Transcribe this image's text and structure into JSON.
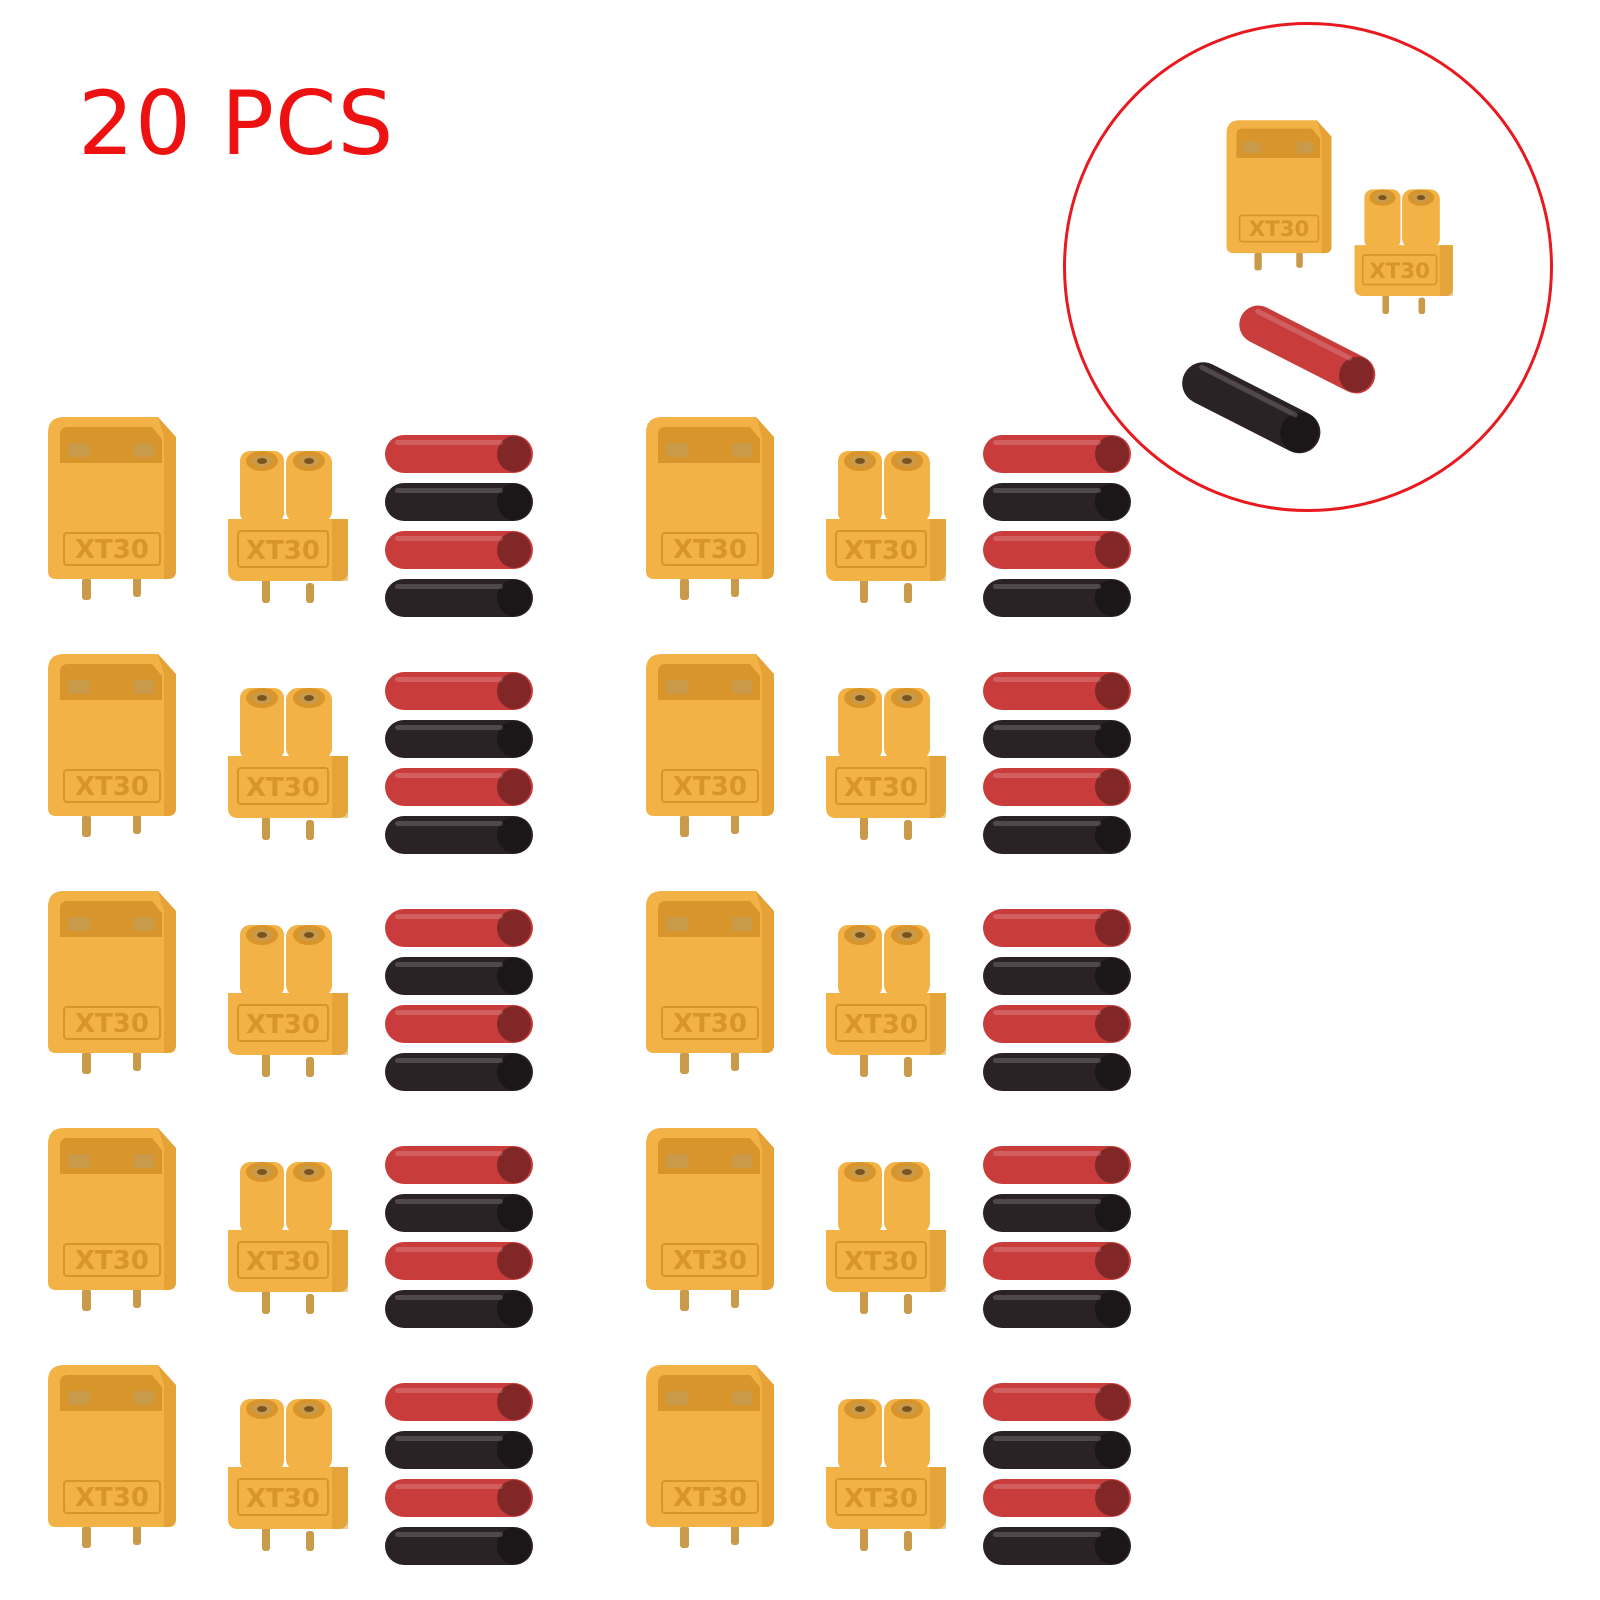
{
  "title": "20 PCS",
  "connector": {
    "marking": "XT30"
  },
  "colors": {
    "title": "#ee1111",
    "circle": "#e81a20",
    "housing": "#f2b246",
    "housing_shade": "#d8952c",
    "brass": "#c89a4a",
    "tube_red": "#c83c3c",
    "tube_black": "#2a2224"
  },
  "kits": [
    {
      "male": "xt30-male",
      "female": "xt30-female",
      "tubes": [
        "red",
        "black",
        "red",
        "black"
      ]
    },
    {
      "male": "xt30-male",
      "female": "xt30-female",
      "tubes": [
        "red",
        "black",
        "red",
        "black"
      ]
    },
    {
      "male": "xt30-male",
      "female": "xt30-female",
      "tubes": [
        "red",
        "black",
        "red",
        "black"
      ]
    },
    {
      "male": "xt30-male",
      "female": "xt30-female",
      "tubes": [
        "red",
        "black",
        "red",
        "black"
      ]
    },
    {
      "male": "xt30-male",
      "female": "xt30-female",
      "tubes": [
        "red",
        "black",
        "red",
        "black"
      ]
    },
    {
      "male": "xt30-male",
      "female": "xt30-female",
      "tubes": [
        "red",
        "black",
        "red",
        "black"
      ]
    },
    {
      "male": "xt30-male",
      "female": "xt30-female",
      "tubes": [
        "red",
        "black",
        "red",
        "black"
      ]
    },
    {
      "male": "xt30-male",
      "female": "xt30-female",
      "tubes": [
        "red",
        "black",
        "red",
        "black"
      ]
    },
    {
      "male": "xt30-male",
      "female": "xt30-female",
      "tubes": [
        "red",
        "black",
        "red",
        "black"
      ]
    },
    {
      "male": "xt30-male",
      "female": "xt30-female",
      "tubes": [
        "red",
        "black",
        "red",
        "black"
      ]
    }
  ]
}
